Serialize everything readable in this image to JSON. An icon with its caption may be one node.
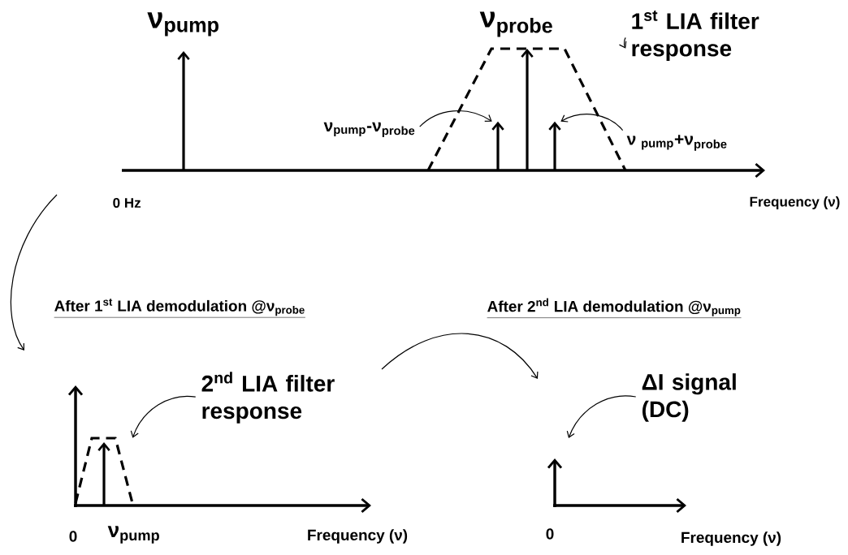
{
  "diagram": {
    "nodes": [
      {
        "text": [
          "1$^{st}$ LIA filter response"
        ]
      },
      {
        "text": [],
        "shape": "trapezoid"
      },
      {
        "text": [
          "ν$_{pump}$-ν$_{probe}$"
        ]
      },
      {
        "text": [],
        "shape": "arrow",
        "in": 1
      },
      {
        "text": [
          "ν $_{pump}$+ν$_{probe}$"
        ]
      },
      {
        "text": [],
        "shape": "arrow",
        "in": 1
      },
      {
        "text": [
          "2$^{nd}$ LIA filter response"
        ]
      },
      {
        "text": [],
        "shape": "trapezoid"
      },
      {
        "text": [
          "ΔI signal (DC)"
        ]
      }
    ],
    "edges": [
      {
        "from": 0,
        "to": 1,
        "arrow": "to"
      },
      {
        "from": 2,
        "to": 3,
        "arrow": "to"
      },
      {
        "from": 4,
        "to": 5,
        "arrow": "to"
      },
      {
        "from": 6,
        "to": 7,
        "arrow": "to"
      },
      {
        "from": 8,
        "to": null,
        "arrow": "to"
      }
    ],
    "labels": [
      "ν$_{pump}$",
      "ν$_{probe}$",
      "0 Hz",
      "Frequency (ν)",
      "After 1$^{st}$ LIA demodulation @ν$_{probe}$",
      "After 2$^{nd}$ LIA demodulation @ν$_{pump}$",
      "0",
      "ν$_{pump}$",
      "Frequency (ν)",
      "0",
      "Frequency (ν)"
    ]
  }
}
